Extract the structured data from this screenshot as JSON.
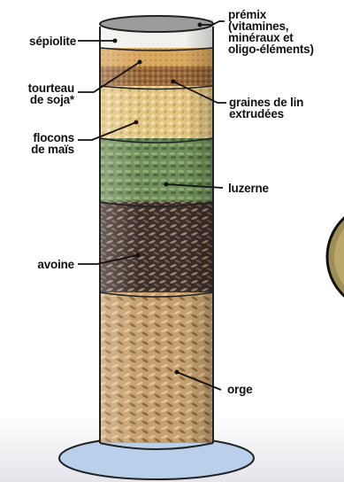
{
  "diagram": {
    "layers_bottom_to_top": [
      "orge",
      "avoine",
      "luzerne",
      "flocons de maïs",
      "graines de lin extrudées",
      "tourteau de soja*",
      "sépiolite",
      "prémix (vitamines, minéraux et oligo-éléments)"
    ]
  },
  "labels": {
    "premix": "prémix\n(vitamines,\nminéraux et\noligo-éléments)",
    "sepiolite": "sépiolite",
    "tourteau": "tourteau\nde soja*",
    "graines": "graines de lin\nextrudées",
    "flocons": "flocons\nde maïs",
    "luzerne": "luzerne",
    "avoine": "avoine",
    "orge": "orge"
  },
  "colors": {
    "premix_top": "#9a9a9a",
    "sepiolite": "#f2f2ee",
    "tourteau": "#d8a35e",
    "graines": "#8a5a32",
    "flocons": "#e6cc8a",
    "luzerne": "#6f8f5a",
    "avoine": "#3a2a22",
    "orge": "#c8a472",
    "base": "#b7cde8",
    "ground": "#e9e9ee"
  }
}
